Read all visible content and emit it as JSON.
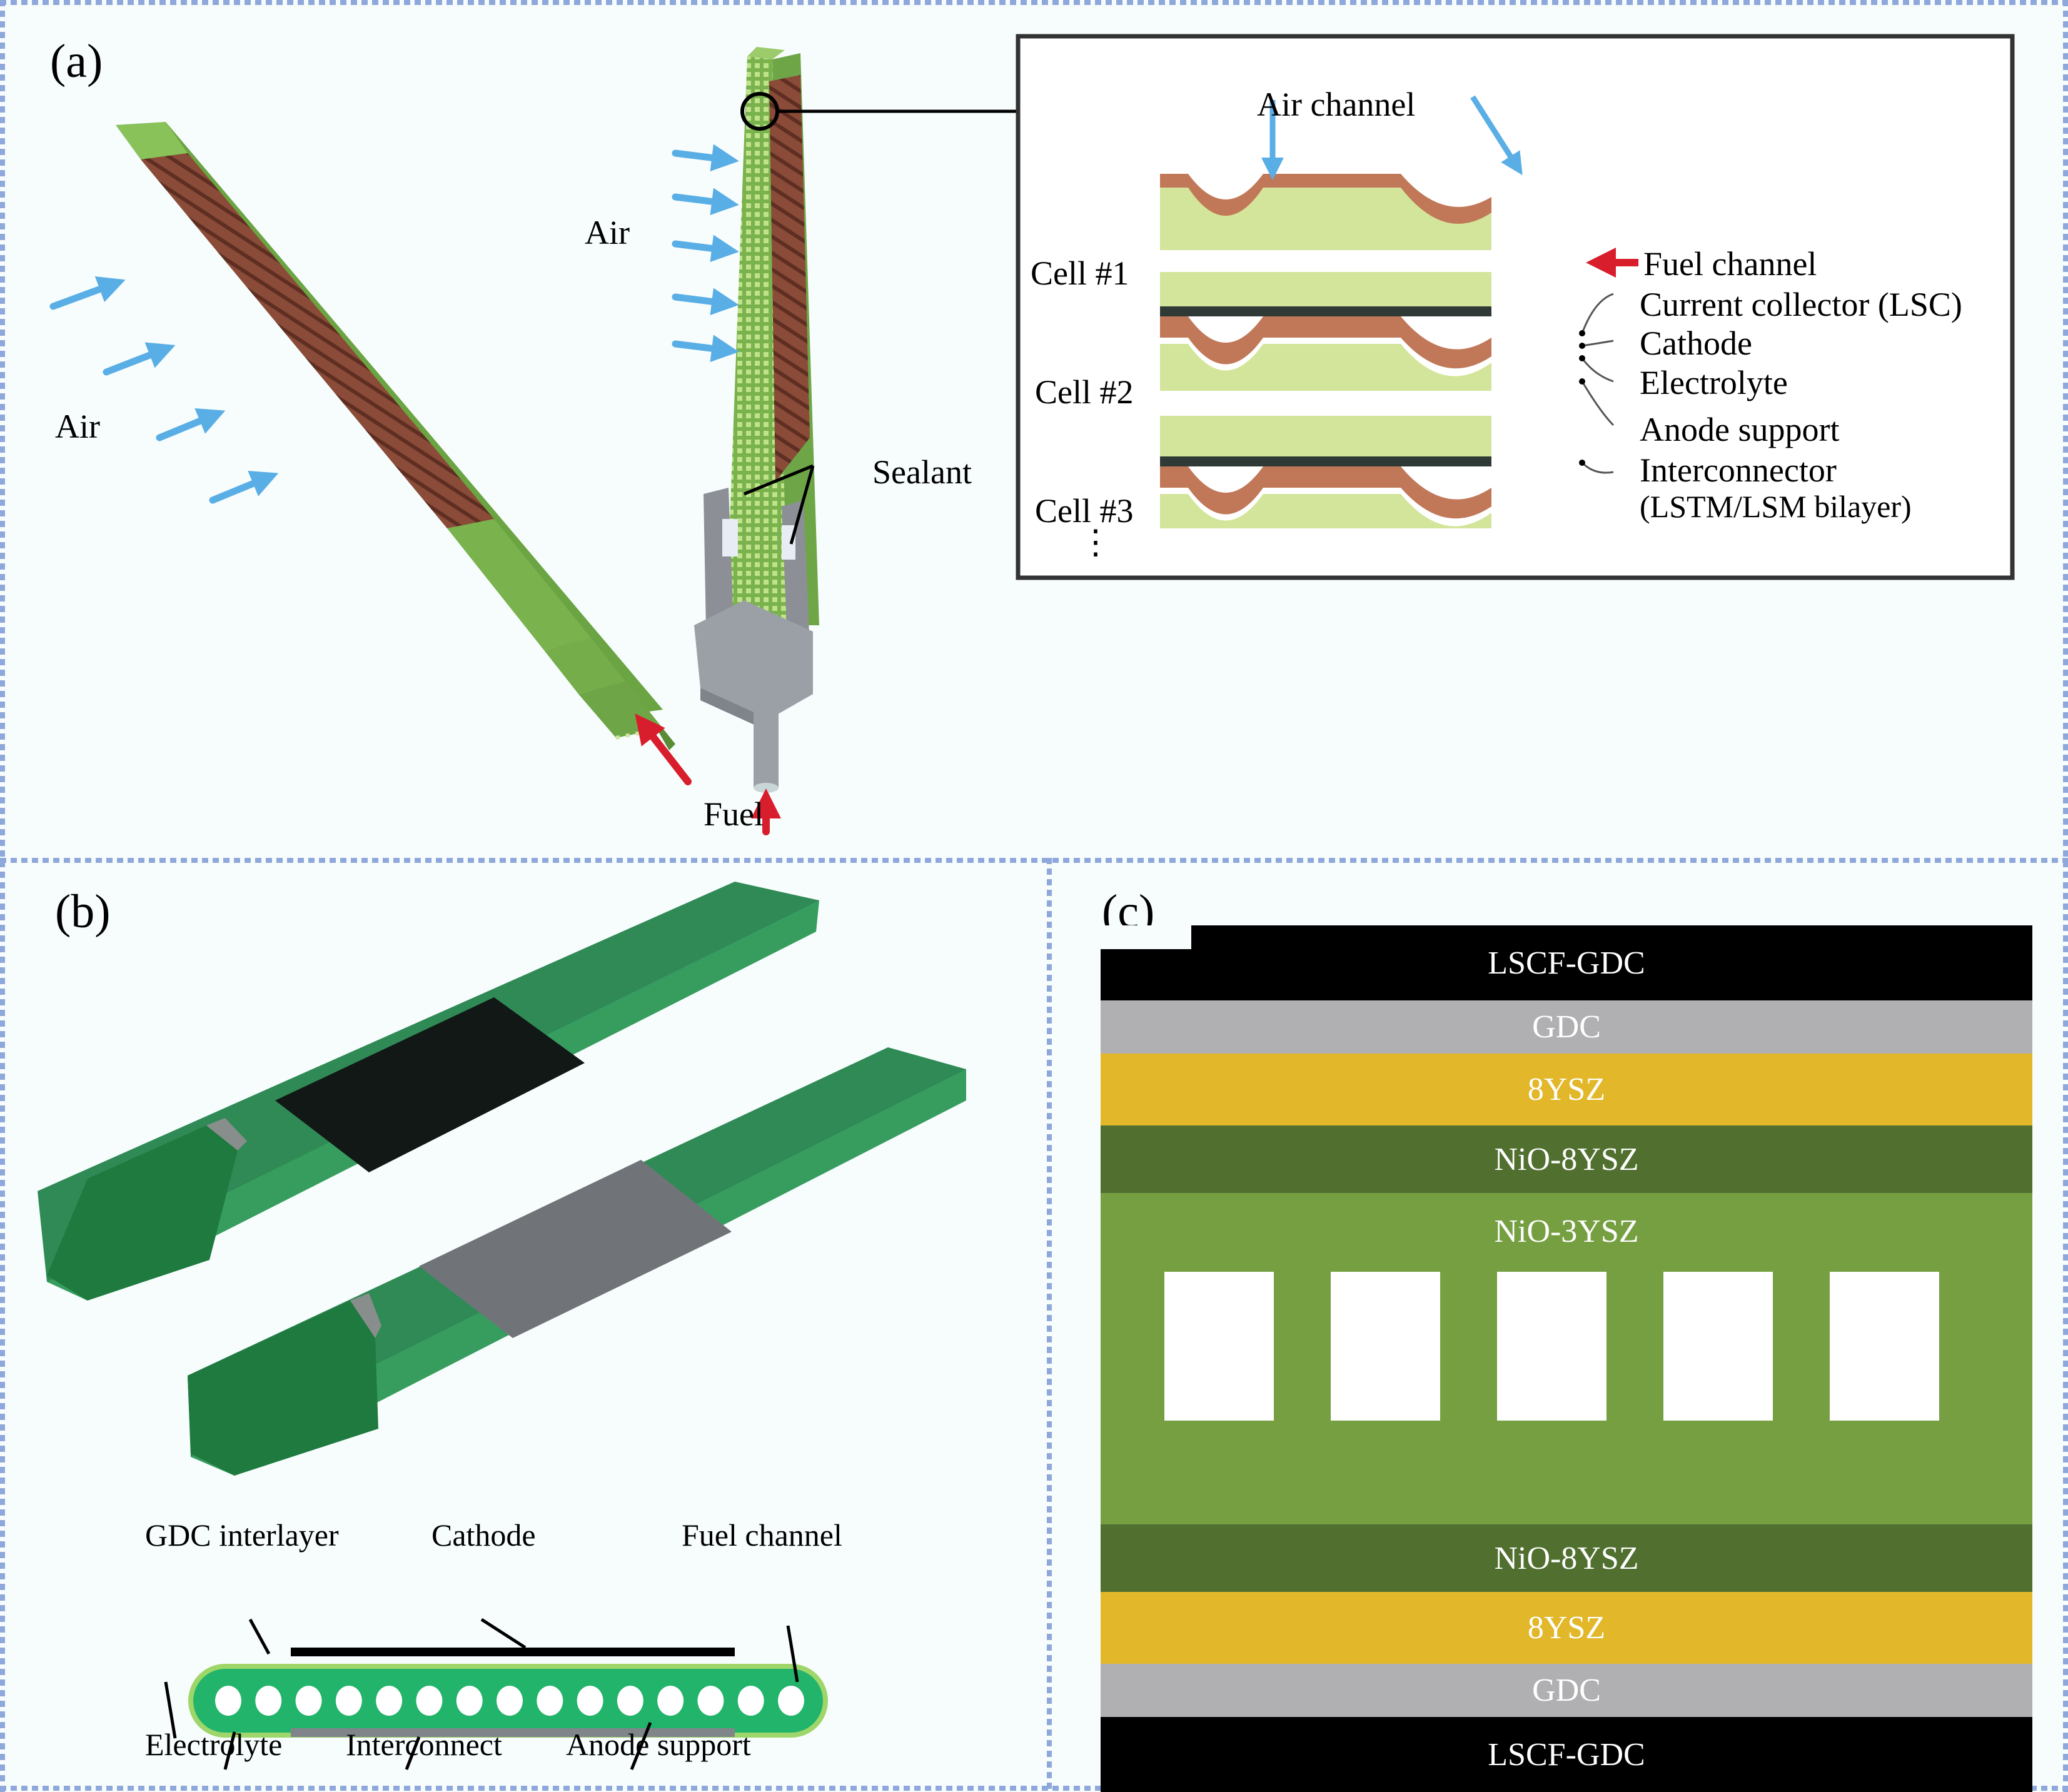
{
  "figure": {
    "panels": {
      "a": {
        "label": "(a)",
        "left_stack": {
          "air_label": "Air"
        },
        "right_stack": {
          "air_label": "Air",
          "sealant_label": "Sealant"
        },
        "fuel_label": "Fuel",
        "inset": {
          "air_channel_label": "Air channel",
          "cells": [
            "Cell #1",
            "Cell #2",
            "Cell #3"
          ],
          "ellipsis": "⋮",
          "callouts": [
            "Fuel channel",
            "Current collector (LSC)",
            "Cathode",
            "Electrolyte",
            "Anode support",
            "Interconnector",
            "(LSTM/LSM bilayer)"
          ]
        }
      },
      "b": {
        "label": "(b)",
        "cross_section_labels": {
          "top": [
            "GDC interlayer",
            "Cathode",
            "Fuel channel"
          ],
          "bottom": [
            "Electrolyte",
            "Interconnect",
            "Anode support"
          ]
        },
        "channel_count": 15
      },
      "c": {
        "label": "(c)",
        "layers": [
          {
            "name": "LSCF-GDC",
            "color": "#000000"
          },
          {
            "name": "GDC",
            "color": "#b0b0b2"
          },
          {
            "name": "8YSZ",
            "color": "#e2b72a"
          },
          {
            "name": "NiO-8YSZ",
            "color": "#517030"
          },
          {
            "name": "NiO-3YSZ",
            "color": "#769f42"
          },
          {
            "name": "NiO-8YSZ",
            "color": "#517030"
          },
          {
            "name": "8YSZ",
            "color": "#e2b72a"
          },
          {
            "name": "GDC",
            "color": "#b0b0b2"
          },
          {
            "name": "LSCF-GDC",
            "color": "#000000"
          }
        ],
        "channel_count": 5
      }
    },
    "colors": {
      "air_arrow": "#5aaee6",
      "fuel_arrow": "#d81e2c",
      "cell_green": "#7ab24e",
      "cathode_brown": "#8a4b38",
      "panel_border": "#8fa8dc"
    }
  }
}
